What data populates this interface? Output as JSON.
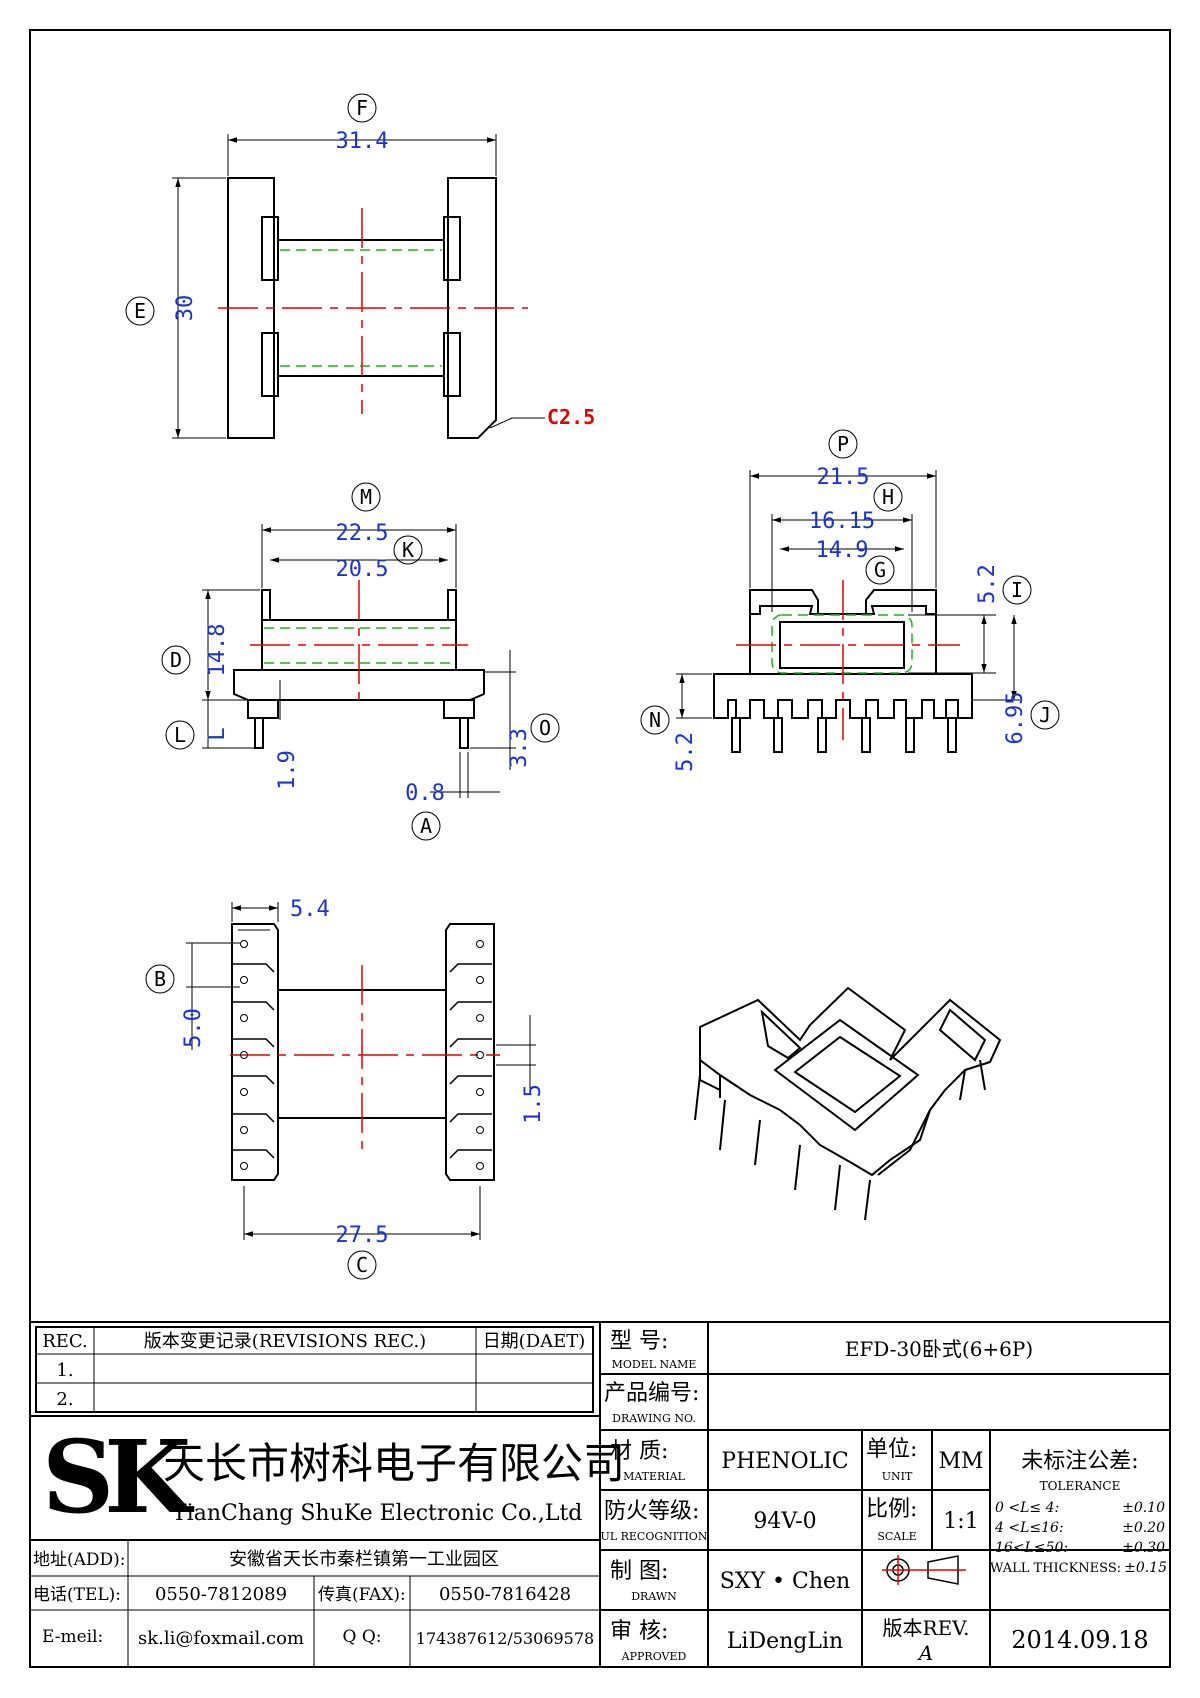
{
  "drawing": {
    "top_view": {
      "F": "F",
      "F_val": "31.4",
      "E": "E",
      "E_val": "30",
      "chamfer": "C2.5"
    },
    "front_view": {
      "M": "M",
      "M_val": "22.5",
      "K": "K",
      "K_val": "20.5",
      "D": "D",
      "D_val": "14.8",
      "L": "L",
      "L_text": "L",
      "O": "O",
      "O_val": "3.3",
      "L_val": "1.9",
      "A": "A",
      "A_val": "0.8"
    },
    "side_view": {
      "P": "P",
      "P_val": "21.5",
      "H": "H",
      "H_val": "16.15",
      "G": "G",
      "G_val": "14.9",
      "I": "I",
      "I_val": "5.2",
      "J": "J",
      "J_val": "6.95",
      "N": "N",
      "N_val": "5.2"
    },
    "bottom_view": {
      "B": "B",
      "top_val": "5.4",
      "B_val": "5.0",
      "pin_val": "1.5",
      "C": "C",
      "C_val": "27.5"
    }
  },
  "title_block": {
    "revisions": {
      "rec_label": "REC.",
      "record_label": "版本变更记录(REVISIONS REC.)",
      "date_label": "日期(DAET)",
      "rows": [
        "1.",
        "2."
      ]
    },
    "company": {
      "logo": "SK",
      "name_cn": "天长市树科电子有限公司",
      "name_en": "TianChang ShuKe Electronic Co.,Ltd"
    },
    "contact": {
      "addr_label": "地址(ADD):",
      "addr_value": "安徽省天长市秦栏镇第一工业园区",
      "tel_label": "电话(TEL):",
      "tel_value": "0550-7812089",
      "fax_label": "传真(FAX):",
      "fax_value": "0550-7816428",
      "email_label": "E-meil:",
      "email_value": "sk.li@foxmail.com",
      "qq_label": "Q Q:",
      "qq_value": "174387612/53069578"
    },
    "model": {
      "label_cn": "型   号:",
      "label_en": "MODEL NAME",
      "value": "EFD-30卧式(6+6P)"
    },
    "drawing_no": {
      "label_cn": "产品编号:",
      "label_en": "DRAWING NO.",
      "value": ""
    },
    "material": {
      "label_cn": "材   质:",
      "label_en": "MATERIAL",
      "value": "PHENOLIC"
    },
    "unit": {
      "label_cn": "单位:",
      "label_en": "UNIT",
      "value": "MM"
    },
    "ul": {
      "label_cn": "防火等级:",
      "label_en": "UL RECOGNITION",
      "value": "94V-0"
    },
    "scale": {
      "label_cn": "比例:",
      "label_en": "SCALE",
      "value": "1:1"
    },
    "tolerance": {
      "label_cn": "未标注公差:",
      "label_en": "TOLERANCE",
      "rows": [
        {
          "range": "0 <L≤ 4:",
          "value": "±0.10"
        },
        {
          "range": "4 <L≤16:",
          "value": "±0.20"
        },
        {
          "range": "16<L≤50:",
          "value": "±0.30"
        }
      ],
      "wall_label": "WALL THICKNESS:",
      "wall_value": "±0.15"
    },
    "drawn": {
      "label_cn": "制   图:",
      "label_en": "DRAWN",
      "value": "SXY • Chen"
    },
    "approved": {
      "label_cn": "审   核:",
      "label_en": "APPROVED",
      "value": "LiDengLin"
    },
    "revision": {
      "label": "版本REV.",
      "value": "A"
    },
    "date": "2014.09.18"
  }
}
